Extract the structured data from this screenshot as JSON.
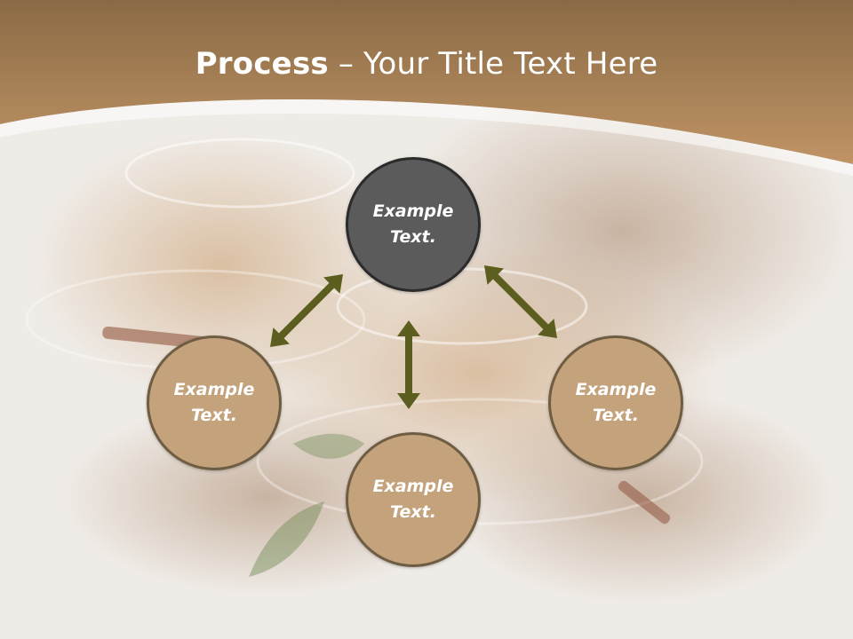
{
  "title": {
    "bold": "Process",
    "rest": " – Your Title Text Here"
  },
  "nodes": {
    "center": {
      "line1": "Example",
      "line2": "Text."
    },
    "left": {
      "line1": "Example",
      "line2": "Text."
    },
    "right": {
      "line1": "Example",
      "line2": "Text."
    },
    "bottom": {
      "line1": "Example",
      "line2": "Text."
    }
  },
  "colors": {
    "header_band": "#b98f5b",
    "center_node": "#5b5b5b",
    "outer_node": "#c4a27c",
    "arrow": "#5c5e1f"
  }
}
